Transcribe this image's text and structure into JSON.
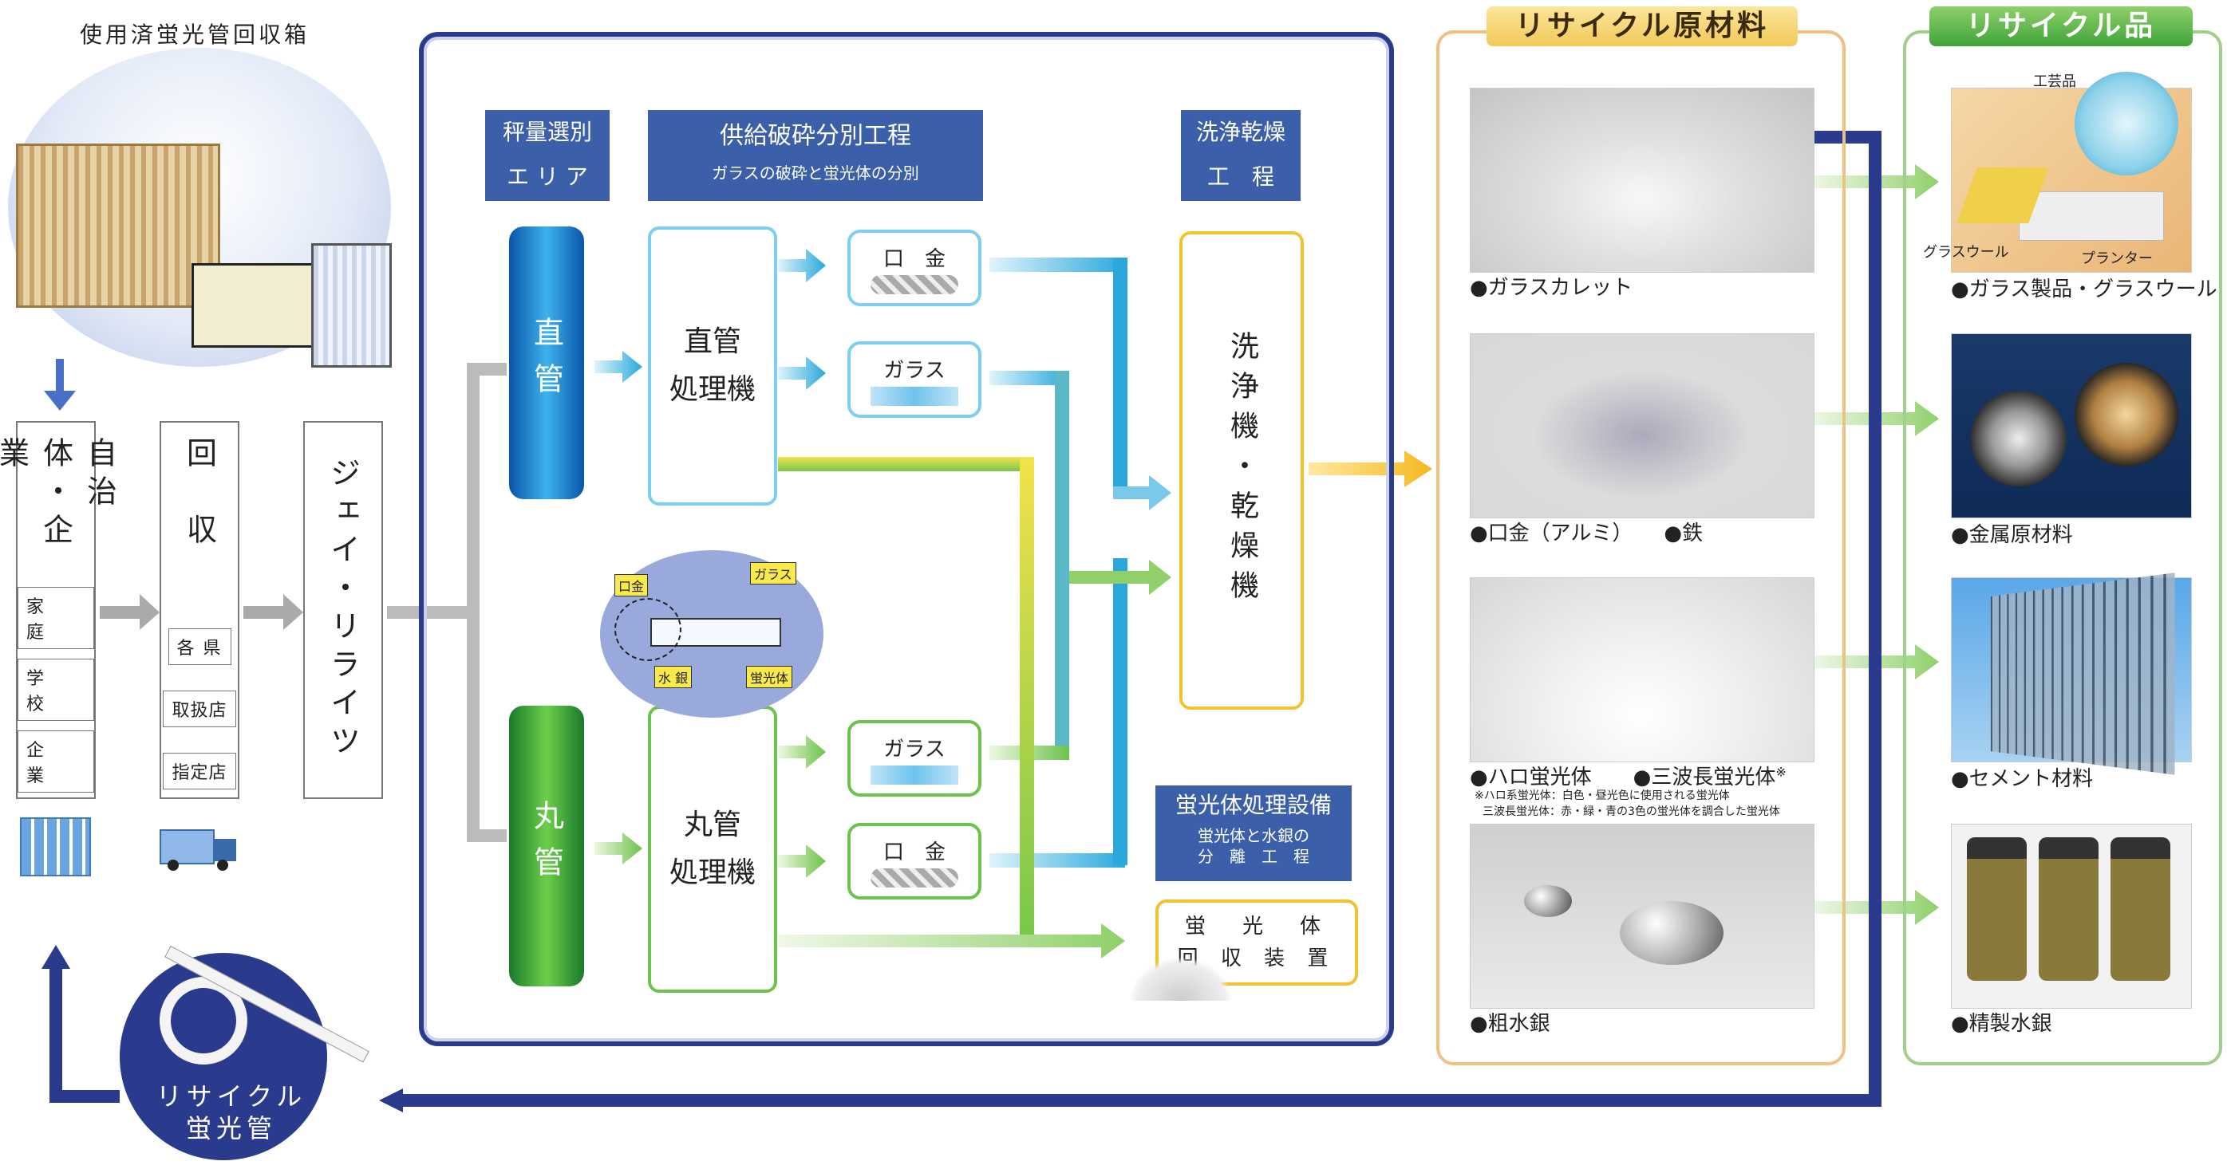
{
  "title": "使用済蛍光管回収箱",
  "flow": {
    "source": "自治体・企業",
    "source_items": [
      "家　庭",
      "学　校",
      "企　業"
    ],
    "collect": "回　収",
    "collect_items": [
      "各 県",
      "取扱店",
      "指定店"
    ],
    "company": "ジェイ・リライツ"
  },
  "process": {
    "sort_header": [
      "秤量選別",
      "エ リ ア"
    ],
    "crush_header": "供給破砕分別工程",
    "crush_sub": "ガラスの破砕と蛍光体の分別",
    "wash_header": [
      "洗浄乾燥",
      "工　程"
    ],
    "straight_tube": "直管",
    "round_tube": "丸管",
    "straight_machine": [
      "直管",
      "処理機"
    ],
    "round_machine": [
      "丸管",
      "処理機"
    ],
    "cap": "口　金",
    "glass": "ガラス",
    "washer": "洗浄機・乾燥機",
    "diagram_labels": {
      "cap": "口金",
      "glass": "ガラス",
      "mercury": "水 銀",
      "phosphor": "蛍光体"
    },
    "phosphor_facility": "蛍光体処理設備",
    "phosphor_facility_sub": [
      "蛍光体と水銀の",
      "分　離　工　程"
    ],
    "phosphor_recovery": [
      "蛍　光　体",
      "回 収 装 置"
    ]
  },
  "materials": {
    "banner": "リサイクル原材料",
    "items": [
      "●ガラスカレット",
      "●口金（アルミ）　　●鉄",
      "●ハロ蛍光体　　●三波長蛍光体",
      "●粗水銀"
    ],
    "note_mark": "※",
    "notes": [
      "※ハロ系蛍光体：白色・昼光色に使用される蛍光体",
      "三波長蛍光体：赤・緑・青の3色の蛍光体を調合した蛍光体"
    ]
  },
  "products": {
    "banner": "リサイクル品",
    "items": [
      "●ガラス製品・グラスウール",
      "●金属原材料",
      "●セメント材料",
      "●精製水銀"
    ],
    "photo_labels": {
      "craft": "工芸品",
      "wool": "グラスウール",
      "planter": "プランター"
    }
  },
  "recycled_tube": [
    "リサイクル",
    "蛍光管"
  ],
  "colors": {
    "blue_banner": "#3b5fa8",
    "orange_frame": "#f0c080",
    "green_frame": "#9fd08a",
    "navy_arrow": "#2a3a8c"
  }
}
